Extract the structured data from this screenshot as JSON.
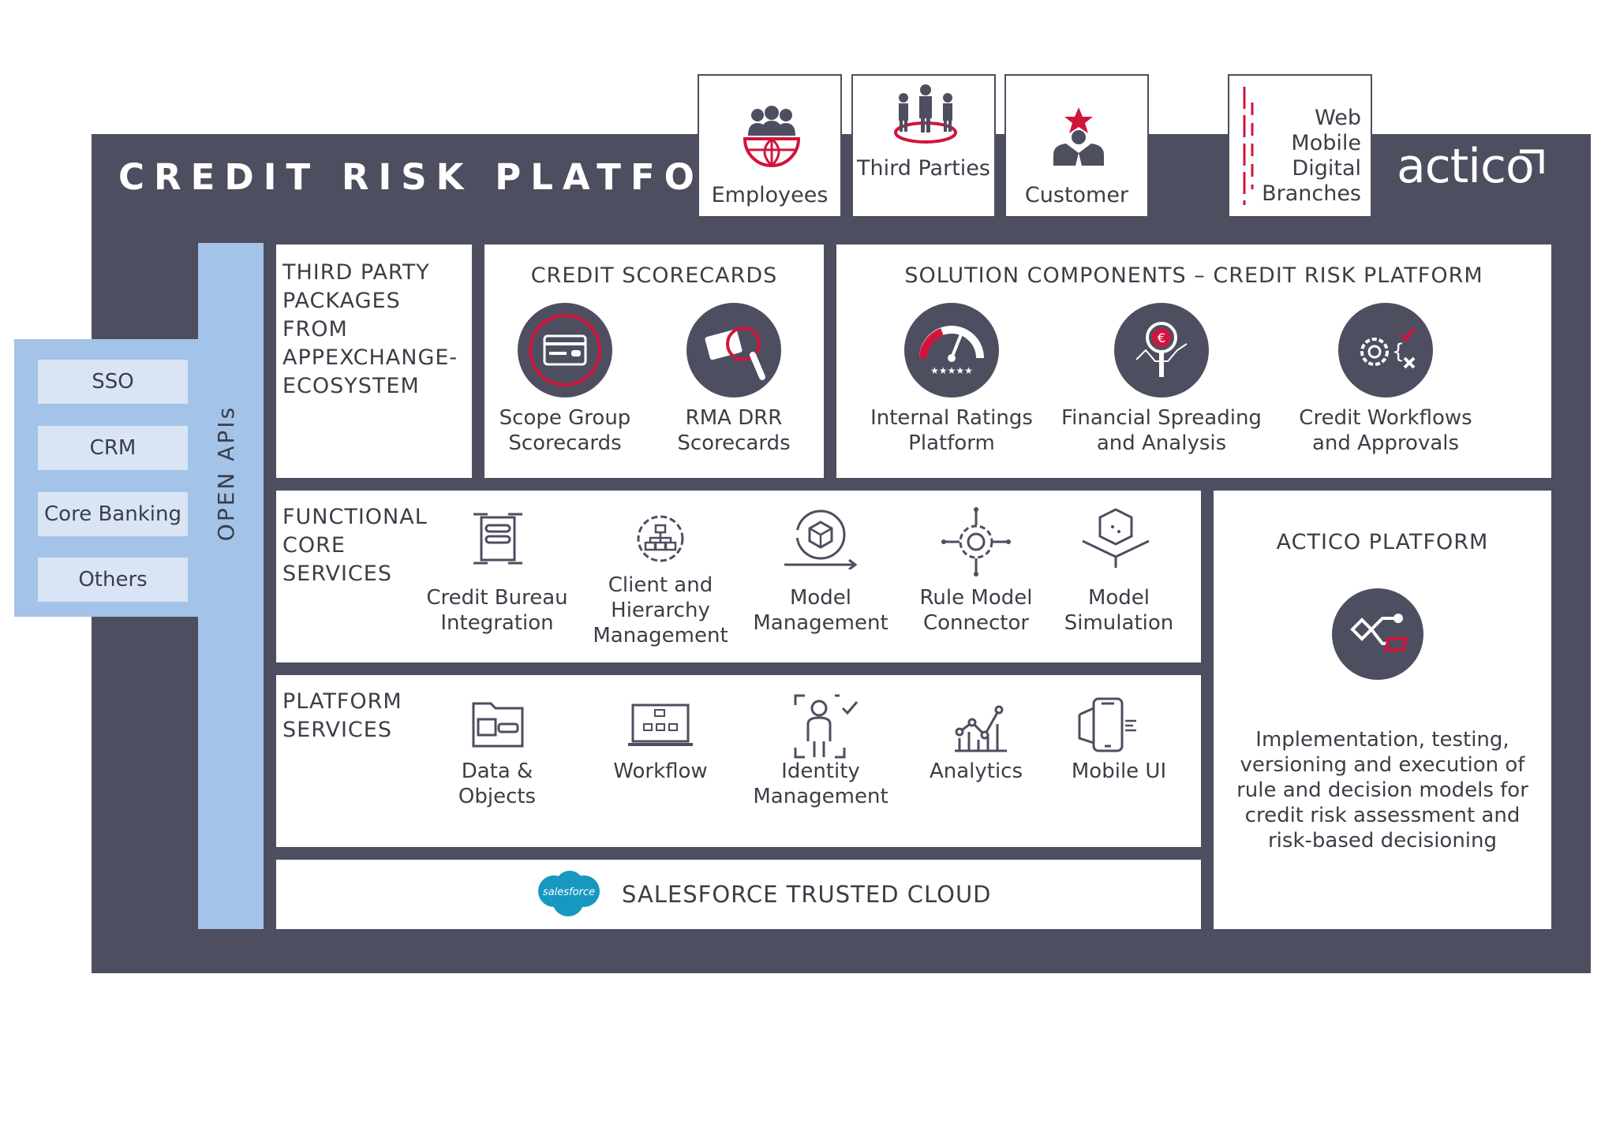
{
  "title": "CREDIT RISK PLATFORM",
  "brand": "actico",
  "colors": {
    "frame": "#4d4e5f",
    "accent": "#d2143c",
    "api": "#a3c3e8",
    "api_item": "#d9e5f4",
    "salesforce": "#1798c1"
  },
  "channels": {
    "employees": "Employees",
    "third_parties": "Third\nParties",
    "customer": "Customer",
    "digital": "Web\nMobile\nDigital\nBranches"
  },
  "integrations": [
    "SSO",
    "CRM",
    "Core Banking",
    "Others"
  ],
  "open_apis": "OPEN APIs",
  "third_party": {
    "heading": "THIRD PARTY\nPACKAGES FROM\nAPPEXCHANGE-\nECOSYSTEM"
  },
  "scorecards": {
    "heading": "CREDIT SCORECARDS",
    "items": [
      "Scope Group\nScorecards",
      "RMA DRR\nScorecards"
    ]
  },
  "solution": {
    "heading": "SOLUTION COMPONENTS – CREDIT RISK PLATFORM",
    "items": [
      "Internal Ratings\nPlatform",
      "Financial Spreading\nand Analysis",
      "Credit Workflows\nand Approvals"
    ]
  },
  "functional": {
    "heading": "FUNCTIONAL\nCORE\nSERVICES",
    "items": [
      "Credit Bureau\nIntegration",
      "Client and\nHierarchy\nManagement",
      "Model\nManagement",
      "Rule Model\nConnector",
      "Model\nSimulation"
    ]
  },
  "platform_services": {
    "heading": "PLATFORM\nSERVICES",
    "items": [
      "Data &\nObjects",
      "Workflow",
      "Identity\nManagement",
      "Analytics",
      "Mobile UI"
    ]
  },
  "salesforce": {
    "logo_text": "salesforce",
    "label": "SALESFORCE TRUSTED CLOUD"
  },
  "actico_platform": {
    "heading": "ACTICO PLATFORM",
    "description": "Implementation, testing,\nversioning and execution of\nrule and decision models for\ncredit risk assessment and\nrisk-based decisioning"
  }
}
